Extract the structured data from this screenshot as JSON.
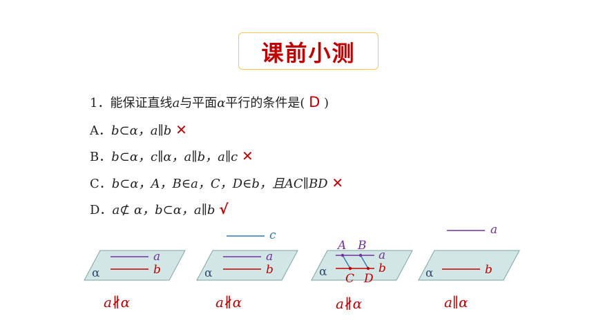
{
  "title": "课前小测",
  "question": {
    "number": "1．",
    "stem_before": "能保证直线",
    "var_a": "a",
    "stem_mid": "与平面",
    "var_alpha": "α",
    "stem_after": "平行的条件是(",
    "answer": "D",
    "close": ")"
  },
  "options": {
    "A": {
      "label": "A．",
      "text": "b⊂α，a∥b",
      "mark": "✕"
    },
    "B": {
      "label": "B．",
      "text": "b⊂α，c∥α，a∥b，a∥c",
      "mark": "✕"
    },
    "C": {
      "label": "C．",
      "text": "b⊂α，A，B∈a，C，D∈b，且AC∥BD",
      "mark": "✕"
    },
    "D": {
      "label": "D．",
      "text": "a⊄ α，b⊂α，a∥b",
      "mark": "√"
    }
  },
  "figures": {
    "plane_label": "α",
    "line_a": "a",
    "line_b": "b",
    "line_c": "c",
    "point_A": "A",
    "point_B": "B",
    "point_C": "C",
    "point_D": "D",
    "captions": [
      "a∦α",
      "a∦α",
      "a∦α",
      "a∥α"
    ]
  },
  "colors": {
    "title_red": "#c00000",
    "title_border": "#f2c94c",
    "plane_fill": "#d3e6e6",
    "plane_stroke": "#7ea3a3",
    "line_a": "#7030a0",
    "line_b": "#c00000",
    "line_c": "#2e75b6"
  }
}
